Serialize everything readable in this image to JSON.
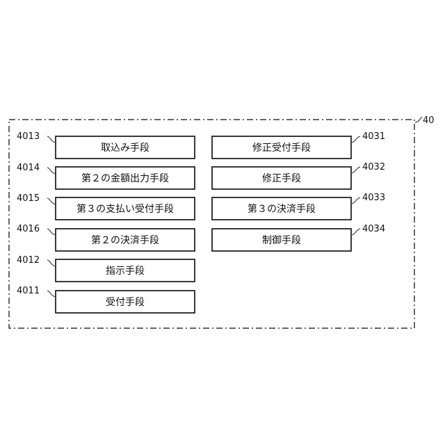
{
  "container": {
    "label": "40"
  },
  "left_column": [
    {
      "ref": "4013",
      "label": "取込み手段"
    },
    {
      "ref": "4014",
      "label": "第２の金額出力手段"
    },
    {
      "ref": "4015",
      "label": "第３の支払い受付手段"
    },
    {
      "ref": "4016",
      "label": "第２の決済手段"
    },
    {
      "ref": "4012",
      "label": "指示手段"
    },
    {
      "ref": "4011",
      "label": "受付手段"
    }
  ],
  "right_column": [
    {
      "ref": "4031",
      "label": "修正受付手段"
    },
    {
      "ref": "4032",
      "label": "修正手段"
    },
    {
      "ref": "4033",
      "label": "第３の決済手段"
    },
    {
      "ref": "4034",
      "label": "制御手段"
    }
  ]
}
